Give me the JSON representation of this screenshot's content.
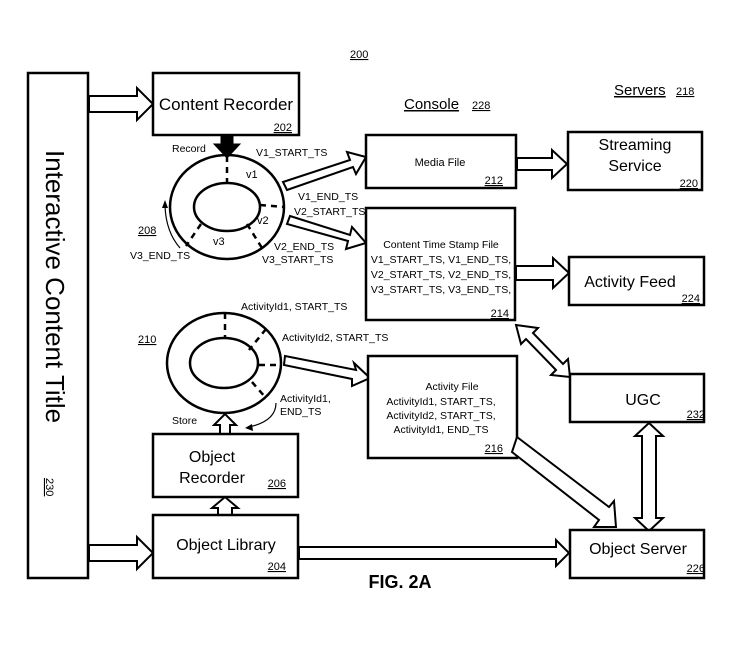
{
  "figure": {
    "number_ref": "200",
    "caption": "FIG. 2A"
  },
  "sections": {
    "console": {
      "label": "Console",
      "ref": "228"
    },
    "servers": {
      "label": "Servers",
      "ref": "218"
    }
  },
  "title_box": {
    "label": "Interactive Content Title",
    "ref": "230"
  },
  "content_recorder": {
    "label": "Content Recorder",
    "ref": "202"
  },
  "object_recorder": {
    "lines": [
      "Object",
      "Recorder"
    ],
    "ref": "206"
  },
  "object_library": {
    "label": "Object Library",
    "ref": "204"
  },
  "content_buffer": {
    "ref": "208",
    "record_label": "Record",
    "segments": [
      "v1",
      "v2",
      "v3"
    ],
    "timestamps": {
      "v1_start": "V1_START_TS",
      "v1_end": "V1_END_TS",
      "v2_start": "V2_START_TS",
      "v2_end": "V2_END_TS",
      "v3_start": "V3_START_TS",
      "v3_end": "V3_END_TS"
    }
  },
  "activity_buffer": {
    "ref": "210",
    "store_label": "Store",
    "events": {
      "a1_start": "ActivityId1, START_TS",
      "a2_start": "ActivityId2, START_TS",
      "a1_end_line1": "ActivityId1,",
      "a1_end_line2": "END_TS"
    }
  },
  "media_file": {
    "label": "Media File",
    "ref": "212"
  },
  "timestamp_file": {
    "title": "Content Time Stamp File",
    "lines": [
      "V1_START_TS, V1_END_TS,",
      "V2_START_TS, V2_END_TS,",
      "V3_START_TS, V3_END_TS,"
    ],
    "ref": "214"
  },
  "activity_file": {
    "title": "Activity File",
    "lines": [
      "ActivityId1, START_TS,",
      "ActivityId2, START_TS,",
      "ActivityId1, END_TS"
    ],
    "ref": "216"
  },
  "streaming_service": {
    "lines": [
      "Streaming",
      "Service"
    ],
    "ref": "220"
  },
  "activity_feed": {
    "label": "Activity Feed",
    "ref": "224"
  },
  "ugc": {
    "label": "UGC",
    "ref": "232"
  },
  "object_server": {
    "label": "Object Server",
    "ref": "226"
  }
}
